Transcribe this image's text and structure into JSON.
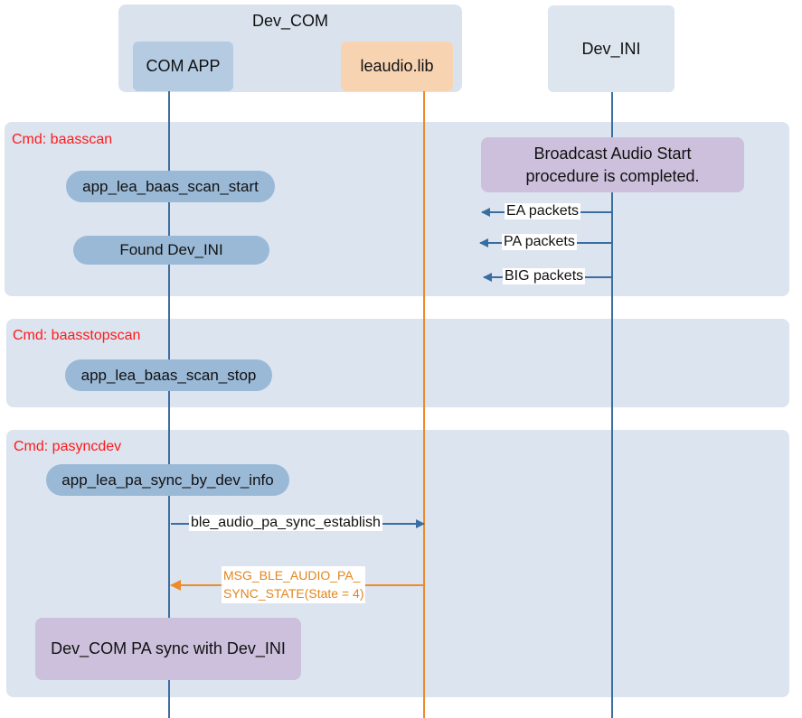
{
  "participants": {
    "dev_com_group": "Dev_COM",
    "com_app": "COM APP",
    "leaudio_lib": "leaudio.lib",
    "dev_ini": "Dev_INI"
  },
  "sections": [
    {
      "cmd": "Cmd: baasscan",
      "items": {
        "scan_start": "app_lea_baas_scan_start",
        "found": "Found Dev_INI",
        "note": "Broadcast Audio Start procedure is completed.",
        "note_line1": "Broadcast Audio Start",
        "note_line2": "procedure is completed.",
        "ea": "EA packets",
        "pa": "PA packets",
        "big": "BIG packets"
      }
    },
    {
      "cmd": "Cmd: baasstopscan",
      "items": {
        "scan_stop": "app_lea_baas_scan_stop"
      }
    },
    {
      "cmd": "Cmd: pasyncdev",
      "items": {
        "sync_by_dev_info": "app_lea_pa_sync_by_dev_info",
        "establish": "ble_audio_pa_sync_establish",
        "msg_line1": "MSG_BLE_AUDIO_PA_",
        "msg_line2": "SYNC_STATE(State = 4)",
        "result_note": "Dev_COM PA sync with Dev_INI"
      }
    }
  ],
  "colors": {
    "lifeline_blue": "#3a6da0",
    "lifeline_orange": "#ee8a2a",
    "cmd_red": "#ff1a1a",
    "pill_blue": "#9ab9d7",
    "note_purple": "#ccc0dc",
    "lib_orange": "#f8d3b2",
    "section_bg": "#dbe4ef"
  }
}
